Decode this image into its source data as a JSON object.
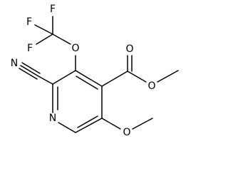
{
  "atoms": {
    "F1": "F",
    "F2": "F",
    "F3": "F",
    "O_ether": "O",
    "N_nitrile": "N",
    "O_carbonyl": "O",
    "O_ester": "O",
    "N_ring": "N",
    "O_methoxy": "O"
  },
  "colors": {
    "bond": "#000000",
    "atom_label": "#000000",
    "background": "#ffffff"
  }
}
